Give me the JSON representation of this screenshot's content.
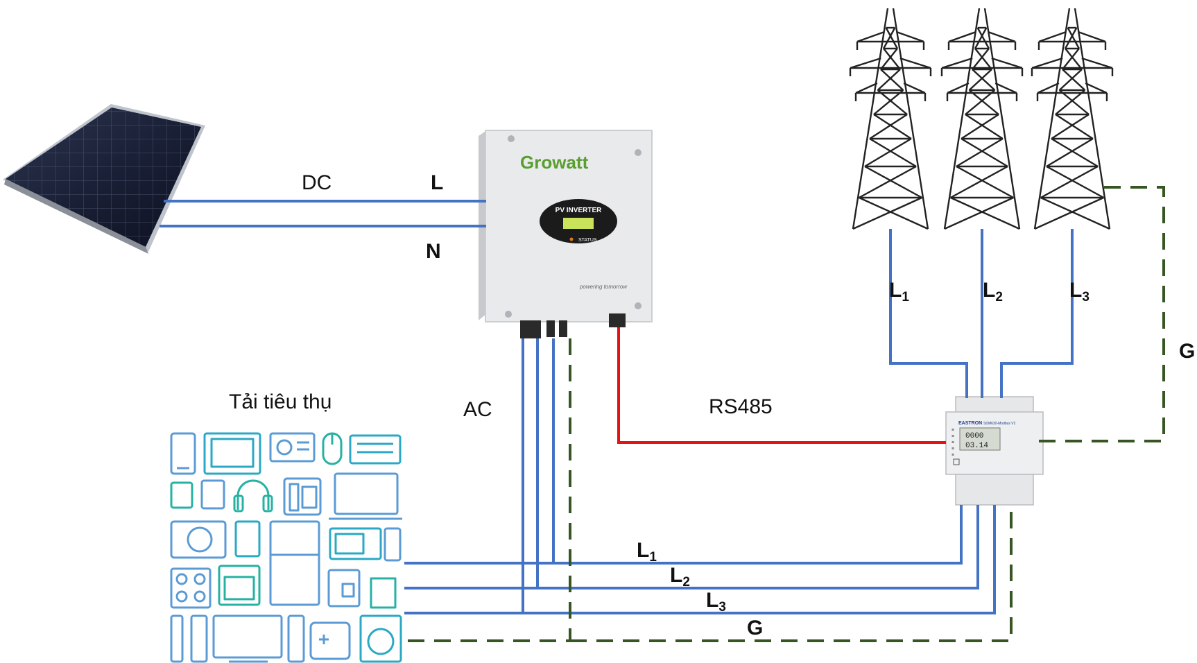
{
  "labels": {
    "dc": "DC",
    "l": "L",
    "n": "N",
    "ac": "AC",
    "rs485": "RS485",
    "load": "Tải tiêu thụ",
    "g_grid": "G",
    "g_load": "G",
    "phase_letter": "L",
    "grid_phases": [
      "1",
      "2",
      "3"
    ],
    "load_phases": [
      "1",
      "2",
      "3"
    ]
  },
  "inverter": {
    "brand": "Growatt",
    "tagline": "powering tomorrow",
    "screen_label": "PV INVERTER",
    "status_label": "STATUS"
  },
  "meter": {
    "brand": "EASTRON",
    "model": "SDM630-Modbus V2",
    "reading_1": "0000",
    "reading_2": "03.14"
  },
  "colors": {
    "dc_ac_wires": "#4472c4",
    "rs485_wire": "#e81010",
    "ground_wire": "#375623"
  }
}
